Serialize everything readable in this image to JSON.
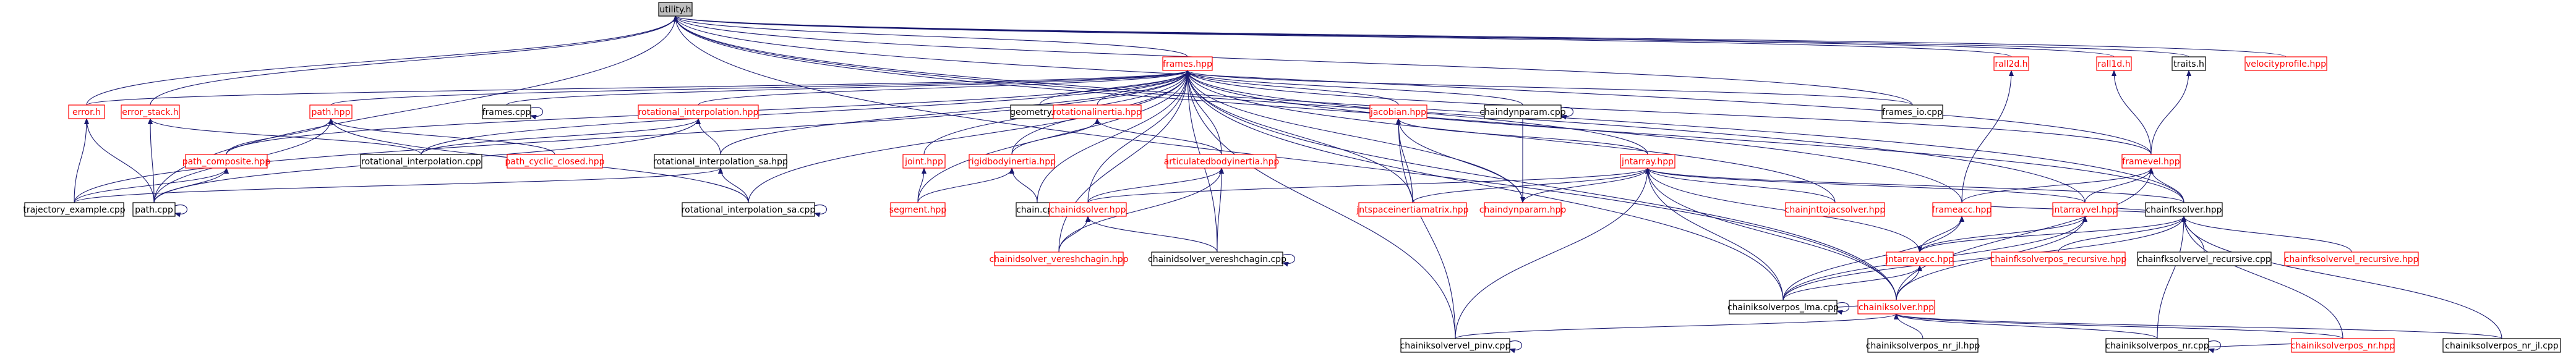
{
  "diagram": {
    "type": "include-dependency-graph",
    "colors": {
      "edge": "#191970",
      "node_text_red": "#ff0000",
      "node_text_black": "#000000",
      "node_border_red": "#ff0000",
      "node_border_black": "#000000",
      "root_fill": "#bfbfbf",
      "background": "#ffffff"
    },
    "nodes": [
      {
        "id": "utility_h",
        "label": "utility.h",
        "style": "root"
      },
      {
        "id": "frames_hpp",
        "label": "frames.hpp",
        "style": "red"
      },
      {
        "id": "error_h",
        "label": "error.h",
        "style": "red"
      },
      {
        "id": "error_stack_h",
        "label": "error_stack.h",
        "style": "red"
      },
      {
        "id": "path_hpp",
        "label": "path.hpp",
        "style": "red"
      },
      {
        "id": "rotational_interpolation_hpp",
        "label": "rotational_interpolation.hpp",
        "style": "red"
      },
      {
        "id": "frames_cpp",
        "label": "frames.cpp",
        "style": "black"
      },
      {
        "id": "geometry_cpp",
        "label": "geometry.cpp",
        "style": "black"
      },
      {
        "id": "rotationalinertia_hpp",
        "label": "rotationalinertia.hpp",
        "style": "red"
      },
      {
        "id": "jacobian_hpp",
        "label": "jacobian.hpp",
        "style": "red"
      },
      {
        "id": "chaindynparam_cpp",
        "label": "chaindynparam.cpp",
        "style": "black"
      },
      {
        "id": "frames_io_cpp",
        "label": "frames_io.cpp",
        "style": "black"
      },
      {
        "id": "rall2d_h",
        "label": "rall2d.h",
        "style": "red"
      },
      {
        "id": "rall1d_h",
        "label": "rall1d.h",
        "style": "red"
      },
      {
        "id": "traits_h",
        "label": "traits.h",
        "style": "black"
      },
      {
        "id": "velocityprofile_hpp",
        "label": "velocityprofile.hpp",
        "style": "red"
      },
      {
        "id": "path_composite_hpp",
        "label": "path_composite.hpp",
        "style": "red"
      },
      {
        "id": "rotational_interpolation_cpp",
        "label": "rotational_interpolation.cpp",
        "style": "black"
      },
      {
        "id": "path_cyclic_closed_hpp",
        "label": "path_cyclic_closed.hpp",
        "style": "red"
      },
      {
        "id": "rotational_interpolation_sa_hpp",
        "label": "rotational_interpolation_sa.hpp",
        "style": "black"
      },
      {
        "id": "joint_hpp",
        "label": "joint.hpp",
        "style": "red"
      },
      {
        "id": "rigidbodyinertia_hpp",
        "label": "rigidbodyinertia.hpp",
        "style": "red"
      },
      {
        "id": "articulatedbodyinertia_hpp",
        "label": "articulatedbodyinertia.hpp",
        "style": "red"
      },
      {
        "id": "jntarray_hpp",
        "label": "jntarray.hpp",
        "style": "red"
      },
      {
        "id": "framevel_hpp",
        "label": "framevel.hpp",
        "style": "red"
      },
      {
        "id": "trajectory_example_cpp",
        "label": "trajectory_example.cpp",
        "style": "black"
      },
      {
        "id": "path_cpp",
        "label": "path.cpp",
        "style": "black"
      },
      {
        "id": "rotational_interpolation_sa_cpp",
        "label": "rotational_interpolation_sa.cpp",
        "style": "black"
      },
      {
        "id": "segment_hpp",
        "label": "segment.hpp",
        "style": "red"
      },
      {
        "id": "chain_cpp",
        "label": "chain.cpp",
        "style": "black"
      },
      {
        "id": "chainidsolver_hpp",
        "label": "chainidsolver.hpp",
        "style": "red"
      },
      {
        "id": "jntspaceinertiamatrix_hpp",
        "label": "jntspaceinertiamatrix.hpp",
        "style": "red"
      },
      {
        "id": "chaindynparam_hpp",
        "label": "chaindynparam.hpp",
        "style": "red"
      },
      {
        "id": "chainjnttojacsolver_hpp",
        "label": "chainjnttojacsolver.hpp",
        "style": "red"
      },
      {
        "id": "frameacc_hpp",
        "label": "frameacc.hpp",
        "style": "red"
      },
      {
        "id": "jntarrayvel_hpp",
        "label": "jntarrayvel.hpp",
        "style": "red"
      },
      {
        "id": "chainfksolver_hpp",
        "label": "chainfksolver.hpp",
        "style": "black"
      },
      {
        "id": "chainidsolver_vereshchagin_hpp",
        "label": "chainidsolver_vereshchagin.hpp",
        "style": "red"
      },
      {
        "id": "chainidsolver_vereshchagin_cpp",
        "label": "chainidsolver_vereshchagin.cpp",
        "style": "black"
      },
      {
        "id": "jntarrayacc_hpp",
        "label": "jntarrayacc.hpp",
        "style": "red"
      },
      {
        "id": "chainfksolverpos_recursive_hpp",
        "label": "chainfksolverpos_recursive.hpp",
        "style": "red"
      },
      {
        "id": "chainfksolvervel_recursive_cpp",
        "label": "chainfksolvervel_recursive.cpp",
        "style": "black"
      },
      {
        "id": "chainfksolvervel_recursive_hpp",
        "label": "chainfksolvervel_recursive.hpp",
        "style": "red"
      },
      {
        "id": "chainiksolverpos_lma_cpp",
        "label": "chainiksolverpos_lma.cpp",
        "style": "black"
      },
      {
        "id": "chainiksolver_hpp",
        "label": "chainiksolver.hpp",
        "style": "red"
      },
      {
        "id": "chainiksolvervel_pinv_cpp",
        "label": "chainiksolvervel_pinv.cpp",
        "style": "black"
      },
      {
        "id": "chainiksolverpos_nr_jl_hpp",
        "label": "chainiksolverpos_nr_jl.hpp",
        "style": "black"
      },
      {
        "id": "chainiksolverpos_nr_cpp",
        "label": "chainiksolverpos_nr.cpp",
        "style": "black"
      },
      {
        "id": "chainiksolverpos_nr_hpp",
        "label": "chainiksolverpos_nr.hpp",
        "style": "red"
      },
      {
        "id": "chainiksolverpos_nr_jl_cpp",
        "label": "chainiksolverpos_nr_jl.cpp",
        "style": "black"
      }
    ],
    "edges": [
      [
        "frames_hpp",
        "utility_h"
      ],
      [
        "rall2d_h",
        "utility_h"
      ],
      [
        "rall1d_h",
        "utility_h"
      ],
      [
        "traits_h",
        "utility_h"
      ],
      [
        "velocityprofile_hpp",
        "utility_h"
      ],
      [
        "frames_io_cpp",
        "utility_h"
      ],
      [
        "framevel_hpp",
        "utility_h"
      ],
      [
        "chainfksolver_hpp",
        "utility_h"
      ],
      [
        "frameacc_hpp",
        "utility_h"
      ],
      [
        "jntarrayvel_hpp",
        "utility_h"
      ],
      [
        "error_stack_h",
        "utility_h"
      ],
      [
        "error_h",
        "utility_h"
      ],
      [
        "path_cpp",
        "utility_h"
      ],
      [
        "chainiksolver_hpp",
        "utility_h"
      ],
      [
        "error_h",
        "frames_hpp"
      ],
      [
        "path_hpp",
        "frames_hpp"
      ],
      [
        "rotational_interpolation_hpp",
        "frames_hpp"
      ],
      [
        "frames_cpp",
        "frames_hpp"
      ],
      [
        "geometry_cpp",
        "frames_hpp"
      ],
      [
        "rotationalinertia_hpp",
        "frames_hpp"
      ],
      [
        "jacobian_hpp",
        "frames_hpp"
      ],
      [
        "chaindynparam_cpp",
        "frames_hpp"
      ],
      [
        "frames_io_cpp",
        "frames_hpp"
      ],
      [
        "joint_hpp",
        "frames_hpp"
      ],
      [
        "rigidbodyinertia_hpp",
        "frames_hpp"
      ],
      [
        "articulatedbodyinertia_hpp",
        "frames_hpp"
      ],
      [
        "jntarray_hpp",
        "frames_hpp"
      ],
      [
        "framevel_hpp",
        "frames_hpp"
      ],
      [
        "chainidsolver_hpp",
        "frames_hpp"
      ],
      [
        "segment_hpp",
        "frames_hpp"
      ],
      [
        "chain_cpp",
        "frames_hpp"
      ],
      [
        "chainjnttojacsolver_hpp",
        "frames_hpp"
      ],
      [
        "chainfksolver_hpp",
        "frames_hpp"
      ],
      [
        "path_composite_hpp",
        "frames_hpp"
      ],
      [
        "rotational_interpolation_cpp",
        "frames_hpp"
      ],
      [
        "rotational_interpolation_sa_hpp",
        "frames_hpp"
      ],
      [
        "rotational_interpolation_sa_cpp",
        "frames_hpp"
      ],
      [
        "trajectory_example_cpp",
        "frames_hpp"
      ],
      [
        "chainiksolvervel_pinv_cpp",
        "frames_hpp"
      ],
      [
        "chainidsolver_vereshchagin_cpp",
        "frames_hpp"
      ],
      [
        "chaindynparam_hpp",
        "frames_hpp"
      ],
      [
        "jntspaceinertiamatrix_hpp",
        "frames_hpp"
      ],
      [
        "chainiksolverpos_lma_cpp",
        "frames_hpp"
      ],
      [
        "chainiksolver_hpp",
        "frames_hpp"
      ],
      [
        "trajectory_example_cpp",
        "error_h"
      ],
      [
        "path_cpp",
        "error_h"
      ],
      [
        "path_cpp",
        "error_stack_h"
      ],
      [
        "rotational_interpolation_cpp",
        "error_stack_h"
      ],
      [
        "path_composite_hpp",
        "path_hpp"
      ],
      [
        "path_cyclic_closed_hpp",
        "path_hpp"
      ],
      [
        "path_cpp",
        "path_hpp"
      ],
      [
        "rotational_interpolation_sa_cpp",
        "path_hpp"
      ],
      [
        "rotational_interpolation_cpp",
        "rotational_interpolation_hpp"
      ],
      [
        "rotational_interpolation_sa_hpp",
        "rotational_interpolation_hpp"
      ],
      [
        "path_cpp",
        "rotational_interpolation_hpp"
      ],
      [
        "trajectory_example_cpp",
        "path_composite_hpp"
      ],
      [
        "path_cpp",
        "path_composite_hpp"
      ],
      [
        "rotational_interpolation_sa_cpp",
        "rotational_interpolation_sa_hpp"
      ],
      [
        "trajectory_example_cpp",
        "rotational_interpolation_sa_hpp"
      ],
      [
        "rigidbodyinertia_hpp",
        "rotationalinertia_hpp"
      ],
      [
        "segment_hpp",
        "rigidbodyinertia_hpp"
      ],
      [
        "chain_cpp",
        "rigidbodyinertia_hpp"
      ],
      [
        "articulatedbodyinertia_hpp",
        "rotationalinertia_hpp"
      ],
      [
        "segment_hpp",
        "joint_hpp"
      ],
      [
        "chainidsolver_hpp",
        "articulatedbodyinertia_hpp"
      ],
      [
        "chainidsolver_vereshchagin_cpp",
        "articulatedbodyinertia_hpp"
      ],
      [
        "chainidsolver_vereshchagin_hpp",
        "articulatedbodyinertia_hpp"
      ],
      [
        "chainidsolver_vereshchagin_hpp",
        "chainidsolver_hpp"
      ],
      [
        "chainidsolver_vereshchagin_cpp",
        "chainidsolver_hpp"
      ],
      [
        "chainidsolver_vereshchagin_hpp",
        "frames_hpp"
      ],
      [
        "jntarray_hpp",
        "jacobian_hpp"
      ],
      [
        "jntspaceinertiamatrix_hpp",
        "jacobian_hpp"
      ],
      [
        "chaindynparam_hpp",
        "jacobian_hpp"
      ],
      [
        "chainiksolvervel_pinv_cpp",
        "jacobian_hpp"
      ],
      [
        "jntspaceinertiamatrix_hpp",
        "jntarray_hpp"
      ],
      [
        "chaindynparam_hpp",
        "jntarray_hpp"
      ],
      [
        "chainjnttojacsolver_hpp",
        "jntarray_hpp"
      ],
      [
        "jntarrayvel_hpp",
        "jntarray_hpp"
      ],
      [
        "jntarrayacc_hpp",
        "jntarray_hpp"
      ],
      [
        "chainfksolver_hpp",
        "jntarray_hpp"
      ],
      [
        "chainiksolver_hpp",
        "jntarray_hpp"
      ],
      [
        "chainiksolverpos_lma_cpp",
        "jntarray_hpp"
      ],
      [
        "chainiksolvervel_pinv_cpp",
        "jntarray_hpp"
      ],
      [
        "chainidsolver_hpp",
        "jntarray_hpp"
      ],
      [
        "chaindynparam_cpp",
        "chaindynparam_hpp"
      ],
      [
        "frameacc_hpp",
        "rall2d_h"
      ],
      [
        "framevel_hpp",
        "rall1d_h"
      ],
      [
        "framevel_hpp",
        "traits_h"
      ],
      [
        "frameacc_hpp",
        "framevel_hpp"
      ],
      [
        "jntarrayvel_hpp",
        "framevel_hpp"
      ],
      [
        "chainfksolver_hpp",
        "framevel_hpp"
      ],
      [
        "chainiksolver_hpp",
        "framevel_hpp"
      ],
      [
        "jntarrayacc_hpp",
        "frameacc_hpp"
      ],
      [
        "chainiksolverpos_lma_cpp",
        "frameacc_hpp"
      ],
      [
        "chainfksolver_hpp",
        "frameacc_hpp"
      ],
      [
        "jntarrayacc_hpp",
        "jntarrayvel_hpp"
      ],
      [
        "chainfksolver_hpp",
        "jntarrayvel_hpp"
      ],
      [
        "chainiksolver_hpp",
        "jntarrayvel_hpp"
      ],
      [
        "chainiksolverpos_lma_cpp",
        "jntarrayvel_hpp"
      ],
      [
        "chainiksolver_hpp",
        "jntarrayacc_hpp"
      ],
      [
        "chainiksolverpos_lma_cpp",
        "jntarrayacc_hpp"
      ],
      [
        "chainfksolver_hpp",
        "jntarrayacc_hpp"
      ],
      [
        "chainfksolverpos_recursive_hpp",
        "chainfksolver_hpp"
      ],
      [
        "chainfksolvervel_recursive_cpp",
        "chainfksolver_hpp"
      ],
      [
        "chainfksolvervel_recursive_hpp",
        "chainfksolver_hpp"
      ],
      [
        "chainiksolverpos_lma_cpp",
        "chainfksolver_hpp"
      ],
      [
        "chainiksolverpos_nr_cpp",
        "chainfksolver_hpp"
      ],
      [
        "chainiksolverpos_nr_hpp",
        "chainfksolver_hpp"
      ],
      [
        "chainiksolverpos_nr_jl_cpp",
        "chainfksolver_hpp"
      ],
      [
        "chainiksolverpos_lma_cpp",
        "chainiksolver_hpp"
      ],
      [
        "chainiksolvervel_pinv_cpp",
        "chainiksolver_hpp"
      ],
      [
        "chainiksolverpos_nr_jl_hpp",
        "chainiksolver_hpp"
      ],
      [
        "chainiksolverpos_nr_cpp",
        "chainiksolver_hpp"
      ],
      [
        "chainiksolverpos_nr_hpp",
        "chainiksolver_hpp"
      ],
      [
        "chainiksolverpos_nr_jl_cpp",
        "chainiksolver_hpp"
      ],
      [
        "chainiksolverpos_nr_cpp",
        "chainiksolverpos_nr_hpp"
      ],
      [
        "path_cpp",
        "path_cpp"
      ],
      [
        "frames_cpp",
        "frames_cpp"
      ],
      [
        "chaindynparam_cpp",
        "chaindynparam_cpp"
      ],
      [
        "chain_cpp",
        "chain_cpp"
      ],
      [
        "rotational_interpolation_sa_cpp",
        "rotational_interpolation_sa_cpp"
      ],
      [
        "chainidsolver_vereshchagin_cpp",
        "chainidsolver_vereshchagin_cpp"
      ],
      [
        "chainiksolverpos_lma_cpp",
        "chainiksolverpos_lma_cpp"
      ],
      [
        "chainiksolvervel_pinv_cpp",
        "chainiksolvervel_pinv_cpp"
      ],
      [
        "chainiksolverpos_nr_cpp",
        "chainiksolverpos_nr_cpp"
      ]
    ]
  }
}
